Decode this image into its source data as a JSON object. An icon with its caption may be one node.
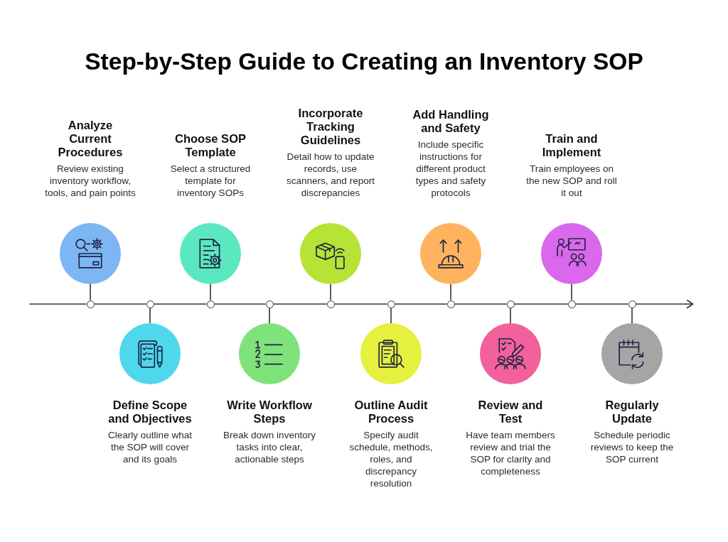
{
  "diagram": {
    "title": "Step-by-Step Guide to Creating an Inventory SOP",
    "nodes": [
      {
        "text": [
          "Analyze Current Procedures",
          "Review existing inventory workflow, tools, and pain points"
        ]
      },
      {
        "text": [
          "Define Scope and Objectives",
          "Clearly outline what the SOP will cover and its goals"
        ]
      },
      {
        "text": [
          "Choose SOP Template",
          "Select a structured template for inventory SOPs"
        ]
      },
      {
        "text": [
          "Write Workflow Steps",
          "Break down inventory tasks into clear, actionable steps"
        ]
      },
      {
        "text": [
          "Incorporate Tracking Guidelines",
          "Detail how to update records, use scanners, and report discrepancies"
        ]
      },
      {
        "text": [
          "Outline Audit Process",
          "Specify audit schedule, methods, roles, and discrepancy resolution"
        ]
      },
      {
        "text": [
          "Add Handling and Safety",
          "Include specific instructions for different product types and safety protocols"
        ]
      },
      {
        "text": [
          "Review and Test",
          "Have team members review and trial the SOP for clarity and completeness"
        ]
      },
      {
        "text": [
          "Train and Implement",
          "Train employees on the new SOP and roll it out"
        ]
      },
      {
        "text": [
          "Regularly Update",
          "Schedule periodic reviews to keep the SOP current"
        ]
      },
      {
        "text": [],
        "shape": "circle"
      },
      {
        "text": [],
        "shape": "circle"
      },
      {
        "text": [],
        "shape": "circle"
      },
      {
        "text": [],
        "shape": "circle"
      },
      {
        "text": [],
        "shape": "circle"
      },
      {
        "text": [],
        "shape": "circle"
      },
      {
        "text": [],
        "shape": "circle"
      },
      {
        "text": [],
        "shape": "circle"
      },
      {
        "text": [],
        "shape": "circle"
      },
      {
        "text": [],
        "shape": "circle"
      }
    ],
    "edges": [
      {
        "from": null,
        "to": 10,
        "arrow": "none"
      },
      {
        "from": 10,
        "to": 11,
        "arrow": "none"
      },
      {
        "from": 11,
        "to": 12,
        "arrow": "none"
      },
      {
        "from": 12,
        "to": 13,
        "arrow": "none"
      },
      {
        "from": 13,
        "to": 14,
        "arrow": "none"
      },
      {
        "from": 14,
        "to": 15,
        "arrow": "none"
      },
      {
        "from": 15,
        "to": 16,
        "arrow": "none"
      },
      {
        "from": 16,
        "to": 17,
        "arrow": "none"
      },
      {
        "from": 17,
        "to": 18,
        "arrow": "none"
      },
      {
        "from": 18,
        "to": 19,
        "arrow": "none"
      },
      {
        "from": 19,
        "to": null,
        "arrow": "to"
      },
      {
        "from": 0,
        "to": 10,
        "arrow": "none"
      },
      {
        "from": 1,
        "to": 11,
        "arrow": "none"
      },
      {
        "from": 2,
        "to": 12,
        "arrow": "none"
      },
      {
        "from": 3,
        "to": 13,
        "arrow": "none"
      },
      {
        "from": 4,
        "to": 14,
        "arrow": "none"
      },
      {
        "from": 5,
        "to": 15,
        "arrow": "none"
      },
      {
        "from": 6,
        "to": 16,
        "arrow": "none"
      },
      {
        "from": 7,
        "to": 17,
        "arrow": "none"
      },
      {
        "from": 8,
        "to": 18,
        "arrow": "none"
      },
      {
        "from": 9,
        "to": 19,
        "arrow": "none"
      }
    ]
  }
}
